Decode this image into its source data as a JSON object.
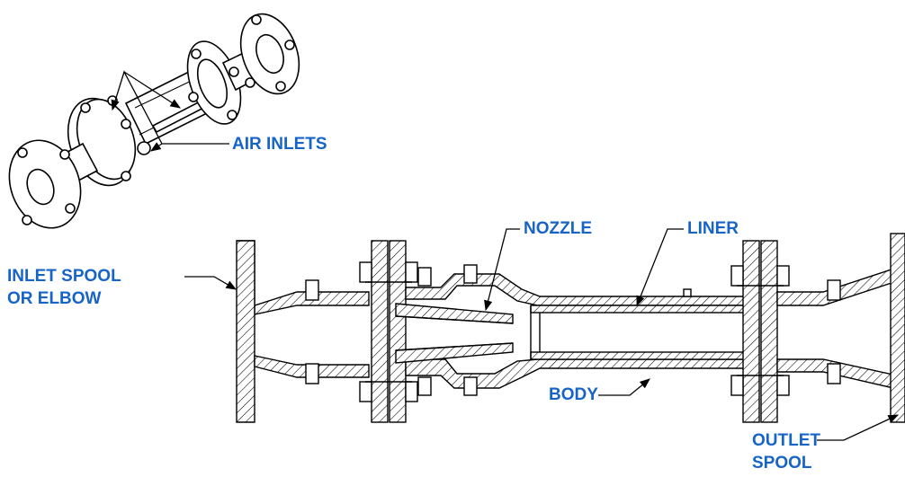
{
  "labels": {
    "air_inlets": "AIR INLETS",
    "nozzle": "NOZZLE",
    "liner": "LINER",
    "inlet_spool_line1": "INLET SPOOL",
    "inlet_spool_line2": "OR ELBOW",
    "body": "BODY",
    "outlet_spool_line1": "OUTLET",
    "outlet_spool_line2": "SPOOL"
  },
  "colors": {
    "label": "#1764c8",
    "line": "#000000",
    "hatch": "#000000",
    "background": "#ffffff"
  }
}
